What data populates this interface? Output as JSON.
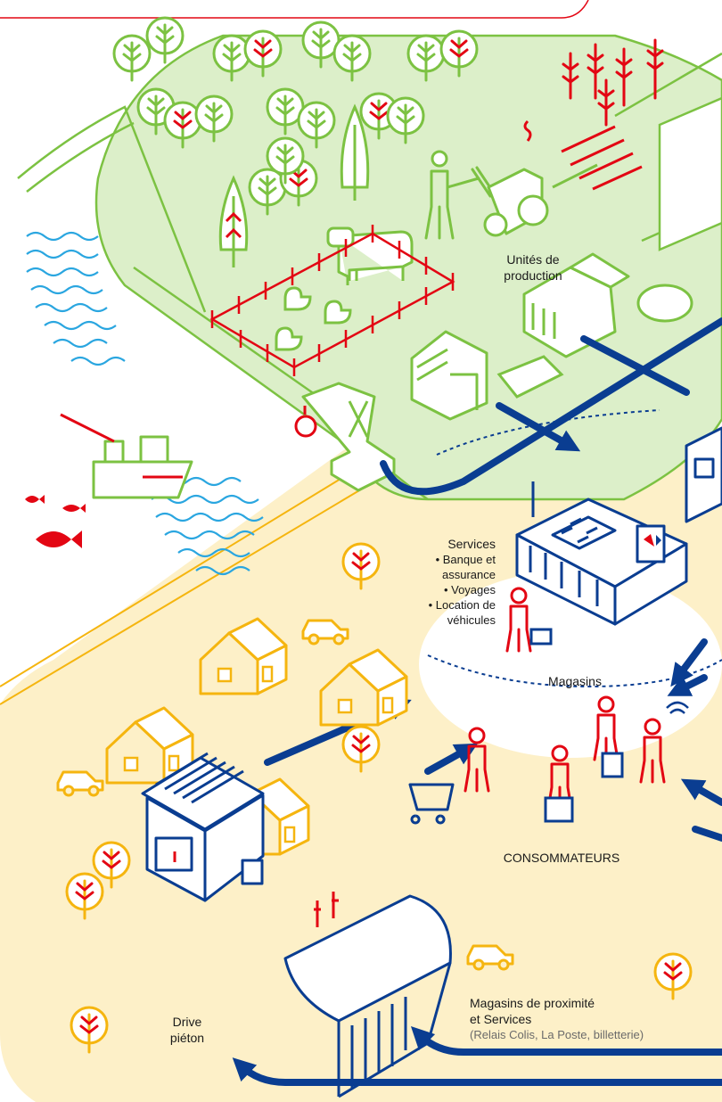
{
  "labels": {
    "production_line1": "Unités de",
    "production_line2": "production",
    "services_title": "Services",
    "services_items": [
      "• Banque et",
      "assurance",
      "• Voyages",
      "• Location de",
      "véhicules"
    ],
    "stores": "Magasins",
    "consumers": "CONSOMMATEURS",
    "drive_line1": "Drive",
    "drive_line2": "piéton",
    "proximity_line1": "Magasins de proximité",
    "proximity_line2": "et Services",
    "proximity_note": "(Relais Colis, La Poste, billetterie)"
  },
  "colors": {
    "green_fill": "#dcefc9",
    "green_line": "#7cc242",
    "red": "#e30613",
    "blue": "#0a3d91",
    "yellow_fill": "#fdf0c8",
    "yellow_line": "#f5b50f",
    "water": "#2aa6e0",
    "white": "#ffffff"
  },
  "icons": {
    "tree": "tree-icon",
    "farmer": "farmer-icon",
    "tractor": "tractor-icon",
    "cow": "cow-icon",
    "chicken": "chicken-icon",
    "barn": "barn-icon",
    "silo": "silo-icon",
    "boat": "fishing-boat-icon",
    "fish": "fish-icon",
    "store": "supermarket-icon",
    "house": "house-icon",
    "car": "car-icon",
    "person": "person-icon",
    "cart": "shopping-cart-icon",
    "drive": "drive-store-icon",
    "proximity": "proximity-store-icon",
    "arrow": "arrow-icon"
  }
}
